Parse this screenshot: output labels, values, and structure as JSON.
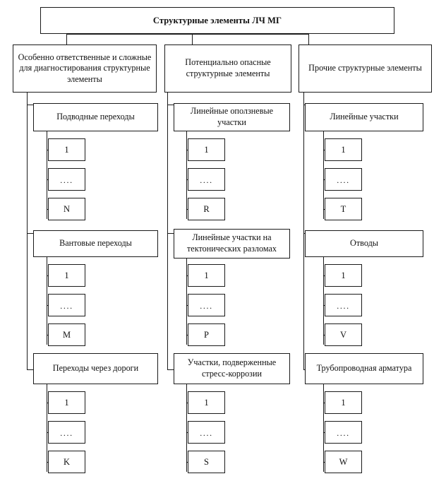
{
  "diagram": {
    "title": "Структурные элементы ЛЧ МГ",
    "columns": [
      {
        "id": "col-1",
        "category": "Особенно ответственные и сложные для диагностирования структурные элементы",
        "groups": [
          {
            "id": "group-underwater",
            "label": "Подводные переходы",
            "leaves": [
              "1",
              "....",
              "N"
            ]
          },
          {
            "id": "group-cable-stayed",
            "label": "Вантовые переходы",
            "leaves": [
              "1",
              "....",
              "M"
            ]
          },
          {
            "id": "group-road-crossings",
            "label": "Переходы через дороги",
            "leaves": [
              "1",
              "....",
              "K"
            ]
          }
        ]
      },
      {
        "id": "col-2",
        "category": "Потенциально опасные структурные элементы",
        "groups": [
          {
            "id": "group-landslide",
            "label": "Линейные оползневые участки",
            "leaves": [
              "1",
              "....",
              "R"
            ]
          },
          {
            "id": "group-tectonic",
            "label": "Линейные участки на тектонических разломах",
            "leaves": [
              "1",
              "....",
              "P"
            ]
          },
          {
            "id": "group-stress-corrosion",
            "label": "Участки, подверженные стресс-коррозии",
            "leaves": [
              "1",
              "....",
              "S"
            ]
          }
        ]
      },
      {
        "id": "col-3",
        "category": "Прочие структурные элементы",
        "groups": [
          {
            "id": "group-linear-sections",
            "label": "Линейные участки",
            "leaves": [
              "1",
              "....",
              "T"
            ]
          },
          {
            "id": "group-branches",
            "label": "Отводы",
            "leaves": [
              "1",
              "....",
              "V"
            ]
          },
          {
            "id": "group-pipeline-fittings",
            "label": "Трубопроводная арматура",
            "leaves": [
              "1",
              "....",
              "W"
            ]
          }
        ]
      }
    ],
    "colors": {
      "stroke": "#1a1a1a",
      "fill": "#ffffff",
      "text": "#111111"
    }
  }
}
